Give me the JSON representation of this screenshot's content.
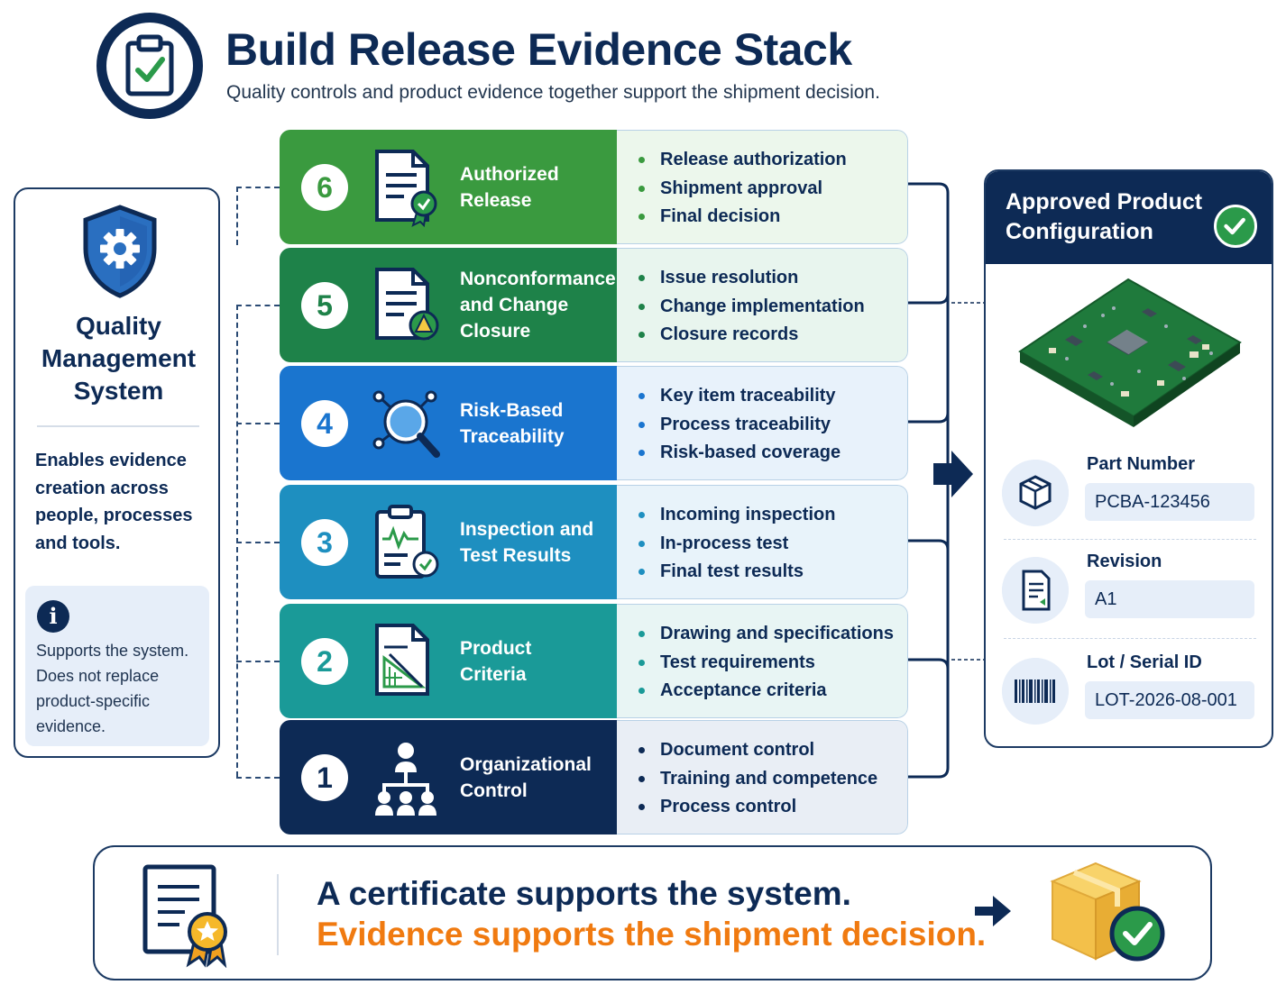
{
  "header": {
    "icon": "clipboard-check-icon",
    "title": "Build Release Evidence Stack",
    "subtitle": "Quality controls and product evidence together support the shipment decision."
  },
  "qms": {
    "icon": "shield-gear-icon",
    "title_line1": "Quality",
    "title_line2": "Management",
    "title_line3": "System",
    "description": "Enables evidence creation across people, processes and tools.",
    "note_icon": "info-icon",
    "note_symbol": "i",
    "note": "Supports the system. Does not replace product-specific evidence."
  },
  "tiers": [
    {
      "number": "6",
      "label_line1": "Authorized",
      "label_line2": "Release",
      "label_line3": "",
      "icon": "document-badge-icon",
      "color": "#3a9a3f",
      "panel": "#ecf7ec",
      "items": [
        "Release authorization",
        "Shipment approval",
        "Final decision"
      ]
    },
    {
      "number": "5",
      "label_line1": "Nonconformance",
      "label_line2": "and Change",
      "label_line3": "Closure",
      "icon": "document-warning-icon",
      "color": "#1e8249",
      "panel": "#e8f5ee",
      "items": [
        "Issue resolution",
        "Change implementation",
        "Closure records"
      ]
    },
    {
      "number": "4",
      "label_line1": "Risk-Based",
      "label_line2": "Traceability",
      "label_line3": "",
      "icon": "magnifier-network-icon",
      "color": "#1a75cf",
      "panel": "#e8f2fb",
      "items": [
        "Key item traceability",
        "Process traceability",
        "Risk-based coverage"
      ]
    },
    {
      "number": "3",
      "label_line1": "Inspection and",
      "label_line2": "Test Results",
      "label_line3": "",
      "icon": "clipboard-chart-icon",
      "color": "#1e8fc0",
      "panel": "#e8f3fa",
      "items": [
        "Incoming inspection",
        "In-process test",
        "Final test results"
      ]
    },
    {
      "number": "2",
      "label_line1": "Product",
      "label_line2": "Criteria",
      "label_line3": "",
      "icon": "drawing-spec-icon",
      "color": "#1a9a98",
      "panel": "#e8f5f4",
      "items": [
        "Drawing and specifications",
        "Test requirements",
        "Acceptance criteria"
      ]
    },
    {
      "number": "1",
      "label_line1": "Organizational",
      "label_line2": "Control",
      "label_line3": "",
      "icon": "org-chart-icon",
      "color": "#0d2a55",
      "panel": "#e9eef5",
      "items": [
        "Document control",
        "Training and competence",
        "Process control"
      ]
    }
  ],
  "product": {
    "title_line1": "Approved Product",
    "title_line2": "Configuration",
    "check_icon": "check-circle-icon",
    "image": "circuit-board-image",
    "fields": [
      {
        "icon": "package-icon",
        "label": "Part Number",
        "value": "PCBA-123456"
      },
      {
        "icon": "document-revision-icon",
        "label": "Revision",
        "value": "A1"
      },
      {
        "icon": "barcode-icon",
        "label": "Lot / Serial ID",
        "value": "LOT-2026-08-001"
      }
    ]
  },
  "banner": {
    "certificate_icon": "certificate-icon",
    "line1": "A certificate supports the system.",
    "line2": "Evidence supports the shipment decision.",
    "arrow_icon": "arrow-right-icon",
    "box_icon": "box-check-icon"
  },
  "colors": {
    "navy": "#0d2a55",
    "orange": "#f07a10",
    "green": "#2b9a4a"
  }
}
